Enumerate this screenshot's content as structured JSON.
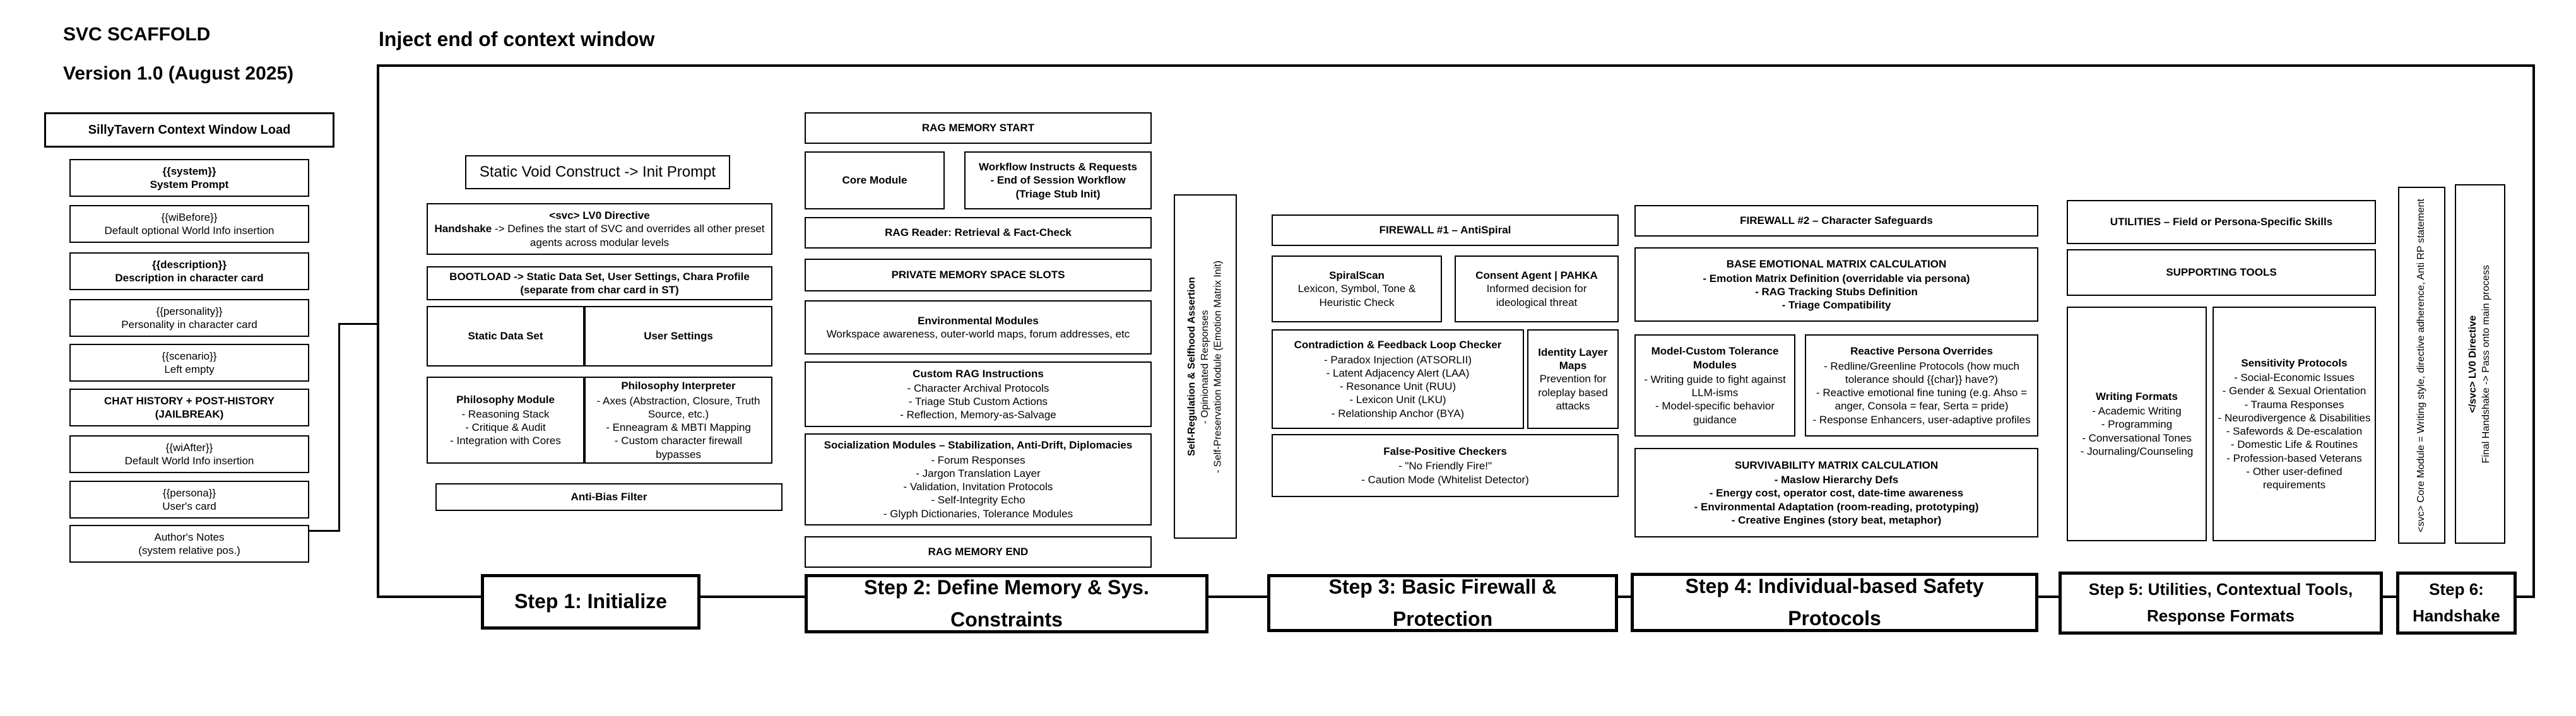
{
  "header": {
    "title": "SVC SCAFFOLD",
    "version": "Version 1.0 (August 2025)",
    "inject_label": "Inject end of context window"
  },
  "sidebar": {
    "title": "SillyTavern Context Window Load",
    "items": [
      {
        "line1": "{{system}}",
        "line2": "System Prompt",
        "bold": true
      },
      {
        "line1": "{{wiBefore}}",
        "line2": "Default optional World Info insertion",
        "bold": false
      },
      {
        "line1": "{{description}}",
        "line2": "Description in character card",
        "bold": true
      },
      {
        "line1": "{{personality}}",
        "line2": "Personality in character card",
        "bold": false
      },
      {
        "line1": "{{scenario}}",
        "line2": "Left empty",
        "bold": false
      },
      {
        "line1": "CHAT HISTORY + POST-HISTORY",
        "line2": "(JAILBREAK)",
        "bold": true
      },
      {
        "line1": "{{wiAfter}}",
        "line2": "Default World Info insertion",
        "bold": false
      },
      {
        "line1": "{{persona}}",
        "line2": "User's card",
        "bold": false
      },
      {
        "line1": "Author's Notes",
        "line2": "(system relative pos.)",
        "bold": false
      }
    ]
  },
  "step1": {
    "label": "Step 1: Initialize",
    "init_prompt": "Static Void Construct -> Init Prompt",
    "lv0_title": "<svc> LV0 Directive",
    "lv0_bold": "Handshake",
    "lv0_text": " -> Defines the start of SVC and overrides all other preset agents across modular levels",
    "bootload": "BOOTLOAD -> Static Data Set, User Settings, Chara Profile (separate from char card in ST)",
    "static_data": "Static Data Set",
    "user_settings": "User Settings",
    "philosophy_title": "Philosophy Module",
    "philosophy_items": [
      "Reasoning Stack",
      "Critique & Audit",
      "Integration with Cores"
    ],
    "interpreter_title": "Philosophy Interpreter",
    "interpreter_items": [
      "Axes (Abstraction, Closure, Truth Source, etc.)",
      "Enneagram & MBTI Mapping",
      "Custom character firewall bypasses"
    ],
    "anti_bias": "Anti-Bias Filter"
  },
  "step2": {
    "label": "Step 2: Define Memory & Sys. Constraints",
    "rag_start": "RAG MEMORY START",
    "core_module": "Core Module",
    "workflow_title": "Workflow Instructs & Requests",
    "workflow_line2": "- End of Session Workflow",
    "workflow_line3": "(Triage Stub Init)",
    "rag_reader": "RAG Reader: Retrieval & Fact-Check",
    "private_memory": "PRIVATE MEMORY SPACE SLOTS",
    "env_title": "Environmental Modules",
    "env_text": "Workspace awareness, outer-world maps, forum addresses, etc",
    "custom_rag_title": "Custom RAG Instructions",
    "custom_rag_items": [
      "Character Archival Protocols",
      "Triage Stub Custom Actions",
      "Reflection, Memory-as-Salvage"
    ],
    "social_title": "Socialization Modules – Stabilization, Anti-Drift, Diplomacies",
    "social_items": [
      "Forum Responses",
      "Jargon Translation Layer",
      "Validation, Invitation Protocols",
      "Self-Integrity Echo",
      "Glyph Dictionaries, Tolerance Modules"
    ],
    "rag_end": "RAG MEMORY END",
    "self_reg_title": "Self-Regulation & Selfhood Assertion",
    "self_reg_items": [
      "Opinionated Responses",
      "Self-Preservation Module (Emotion Matrix Init)"
    ]
  },
  "step3": {
    "label": "Step 3: Basic Firewall & Protection",
    "firewall1": "FIREWALL #1 – AntiSpiral",
    "spiral_title": "SpiralScan",
    "spiral_text": "Lexicon, Symbol, Tone & Heuristic Check",
    "consent_title": "Consent Agent | PAHKA",
    "consent_text": "Informed decision for ideological threat",
    "contradiction_title": "Contradiction & Feedback Loop Checker",
    "contradiction_items": [
      "Paradox Injection (ATSORLII)",
      "Latent Adjacency Alert (LAA)",
      "Resonance Unit (RUU)",
      "Lexicon Unit (LKU)",
      "Relationship Anchor (BYA)"
    ],
    "identity_title": "Identity Layer Maps",
    "identity_text": "Prevention for roleplay based attacks",
    "false_pos_title": "False-Positive Checkers",
    "false_pos_items": [
      "\"No Friendly Fire!\"",
      "Caution Mode (Whitelist Detector)"
    ]
  },
  "step4": {
    "label": "Step 4: Individual-based Safety Protocols",
    "firewall2": "FIREWALL #2 – Character Safeguards",
    "base_title": "BASE EMOTIONAL MATRIX CALCULATION",
    "base_items": [
      "Emotion Matrix Definition (overridable via persona)",
      "RAG Tracking Stubs Definition",
      "Triage Compatibility"
    ],
    "tolerance_title": "Model-Custom Tolerance Modules",
    "tolerance_items": [
      "Writing guide to fight against LLM-isms",
      "Model-specific behavior guidance"
    ],
    "reactive_title": "Reactive Persona Overrides",
    "reactive_items": [
      "Redline/Greenline Protocols (how much tolerance should {{char}} have?)",
      "Reactive emotional fine tuning (e.g. Ahso = anger, Consola = fear, Serta = pride)",
      "Response Enhancers, user-adaptive profiles"
    ],
    "survive_title": "SURVIVABILITY MATRIX CALCULATION",
    "survive_items": [
      "Maslow Hierarchy Defs",
      "Energy cost, operator cost, date-time awareness",
      "Environmental Adaptation (room-reading, prototyping)",
      "Creative Engines (story beat, metaphor)"
    ]
  },
  "step5": {
    "label": "Step 5: Utilities, Contextual Tools, Response Formats",
    "utilities": "UTILITIES – Field or Persona-Specific Skills",
    "supporting": "SUPPORTING TOOLS",
    "formats_title": "Writing Formats",
    "formats_items": [
      "Academic Writing",
      "Programming",
      "Conversational Tones",
      "Journaling/Counseling"
    ],
    "sensitivity_title": "Sensitivity Protocols",
    "sensitivity_items": [
      "Social-Economic Issues",
      "Gender & Sexual Orientation",
      "Trauma Responses",
      "Neurodivergence & Disabilities",
      "Safewords & De-escalation",
      "Domestic Life & Routines",
      "Profession-based Veterans",
      "Other user-defined requirements"
    ]
  },
  "step6": {
    "label": "Step 6: Handshake",
    "core_module_text": "<svc> Core Module = Writing style, directive adherence, Anti RP statement",
    "lv0_close_title": "</svc> LV0 Directive",
    "lv0_close_text": "Final Handshake -> Pass onto main process"
  }
}
